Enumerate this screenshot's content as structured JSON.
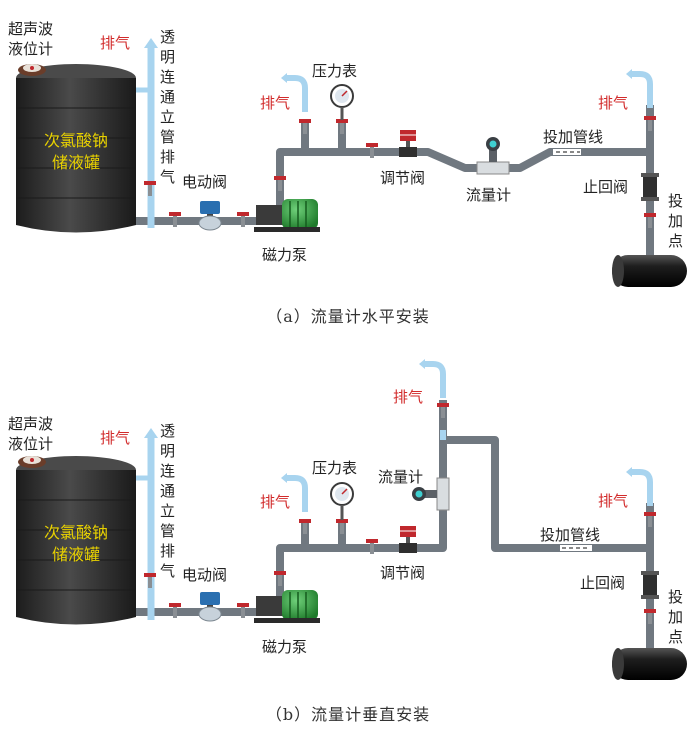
{
  "panel_a": {
    "level_meter": [
      "超声波",
      "液位计"
    ],
    "tank": [
      "次氯酸钠",
      "储液罐"
    ],
    "exhaust": "排气",
    "vent_pipe": [
      "透",
      "明",
      "连",
      "通",
      "立",
      "管",
      "排",
      "气"
    ],
    "electric_valve": "电动阀",
    "magnetic_pump": "磁力泵",
    "pressure_gauge": "压力表",
    "regulating_valve": "调节阀",
    "flowmeter": "流量计",
    "dosing_line": "投加管线",
    "check_valve": "止回阀",
    "dosing_point": [
      "投",
      "加",
      "点"
    ],
    "caption": "（a）流量计水平安装"
  },
  "panel_b": {
    "level_meter": [
      "超声波",
      "液位计"
    ],
    "tank": [
      "次氯酸钠",
      "储液罐"
    ],
    "exhaust": "排气",
    "vent_pipe": [
      "透",
      "明",
      "连",
      "通",
      "立",
      "管",
      "排",
      "气"
    ],
    "electric_valve": "电动阀",
    "magnetic_pump": "磁力泵",
    "pressure_gauge": "压力表",
    "flowmeter": "流量计",
    "regulating_valve": "调节阀",
    "dosing_line": "投加管线",
    "check_valve": "止回阀",
    "dosing_point": [
      "投",
      "加",
      "点"
    ],
    "caption": "（b）流量计垂直安装"
  },
  "colors": {
    "pipe": "#707880",
    "clear_pipe": "#a8d4ef",
    "tank": "#2e2e2e",
    "tank_text": "#e8d100",
    "exhaust_text": "#d22a2a",
    "valve": "#c0282d",
    "pump": "#2a8a3a"
  }
}
